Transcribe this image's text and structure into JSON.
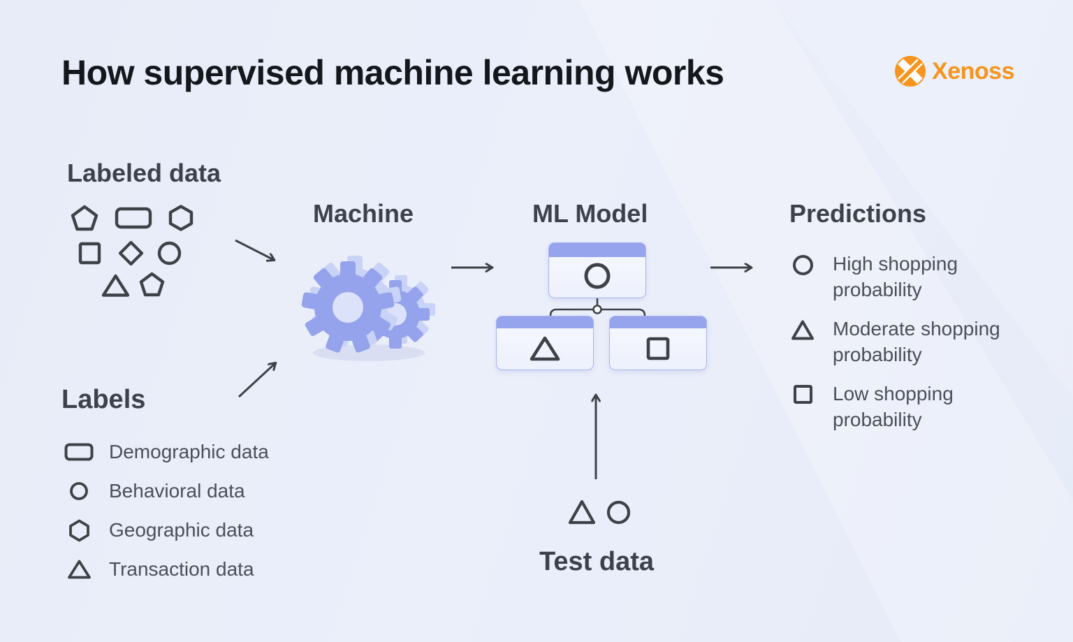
{
  "page": {
    "title": "How supervised machine learning works",
    "background": "#E9EDF9"
  },
  "logo": {
    "name": "Xenoss",
    "color": "#F7941E",
    "icon": "xenoss-mark-icon"
  },
  "colors": {
    "accent_purple": "#95A4EC",
    "accent_purple_light": "#C9D2F7",
    "box_border": "#A7B3F0",
    "box_body": "#F5F7FE",
    "shape_stroke": "#3E4247",
    "heading_text": "#3C414A",
    "body_text": "#4A4F58",
    "title_text": "#14171C"
  },
  "icons": {
    "gears-icon": "⚙",
    "circle-icon": "○",
    "triangle-icon": "△",
    "square-icon": "□",
    "pentagon-icon": "⬠",
    "hexagon-icon": "⬡",
    "rectangle-icon": "▭",
    "diamond-icon": "◇",
    "arrow-right-icon": "→",
    "arrow-up-icon": "↑",
    "arrow-down-right-icon": "↘",
    "arrow-up-right-icon": "↗",
    "xenoss-mark-icon": "Ⓧ"
  },
  "sections": {
    "labeled_data": {
      "title": "Labeled data",
      "shapes": [
        "pentagon",
        "rectangle",
        "hexagon",
        "square",
        "diamond",
        "circle",
        "triangle",
        "pentagon"
      ]
    },
    "machine": {
      "title": "Machine",
      "icon": "gears-icon"
    },
    "ml_model": {
      "title": "ML Model",
      "root_node_icon": "circle-icon",
      "leaf_node_icons": [
        "triangle-icon",
        "square-icon"
      ]
    },
    "predictions": {
      "title": "Predictions",
      "items": [
        {
          "icon": "circle-icon",
          "label": "High shopping probability"
        },
        {
          "icon": "triangle-icon",
          "label": "Moderate shopping probability"
        },
        {
          "icon": "square-icon",
          "label": "Low shopping probability"
        }
      ]
    },
    "labels_legend": {
      "title": "Labels",
      "items": [
        {
          "icon": "rectangle-icon",
          "label": "Demographic data"
        },
        {
          "icon": "circle-icon",
          "label": "Behavioral data"
        },
        {
          "icon": "hexagon-icon",
          "label": "Geographic data"
        },
        {
          "icon": "triangle-icon",
          "label": "Transaction data"
        }
      ]
    },
    "test_data": {
      "title": "Test data",
      "shapes": [
        "triangle",
        "circle"
      ]
    }
  }
}
